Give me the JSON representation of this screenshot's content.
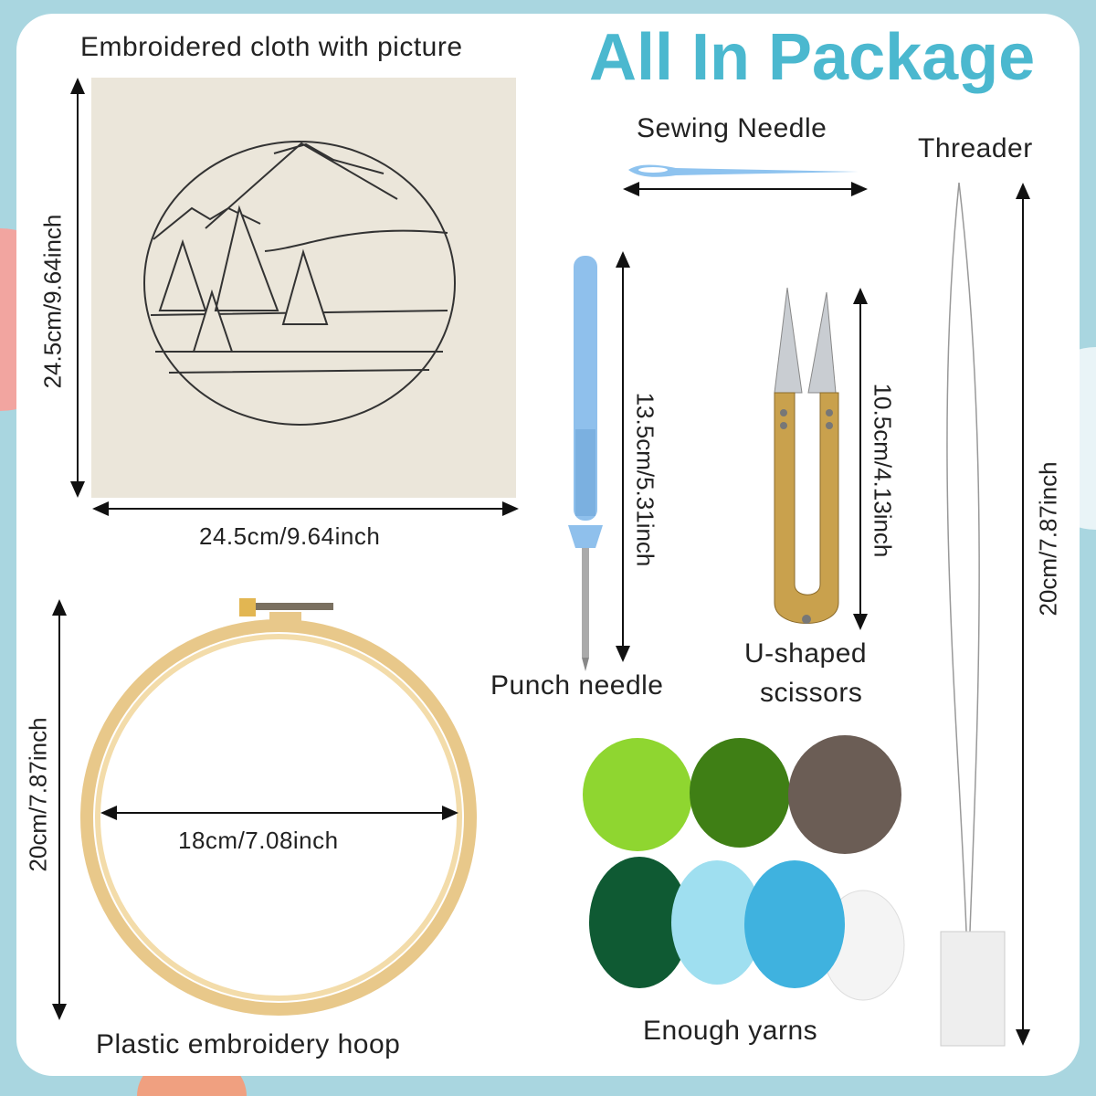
{
  "title": "All In Package",
  "items": {
    "cloth": {
      "label": "Embroidered cloth with picture",
      "height": "24.5cm/9.64inch",
      "width": "24.5cm/9.64inch"
    },
    "sewing_needle": {
      "label": "Sewing Needle"
    },
    "threader": {
      "label": "Threader",
      "length": "20cm/7.87inch"
    },
    "punch_needle": {
      "label": "Punch needle",
      "length": "13.5cm/5.31inch"
    },
    "scissors": {
      "label_line1": "U-shaped",
      "label_line2": "scissors",
      "length": "10.5cm/4.13inch"
    },
    "hoop": {
      "label": "Plastic embroidery hoop",
      "outer": "20cm/7.87inch",
      "inner": "18cm/7.08inch"
    },
    "yarns": {
      "label": "Enough yarns",
      "colors": [
        "#8fd630",
        "#3f7f15",
        "#6b5d55",
        "#0f5a33",
        "#9fdff0",
        "#3fb2df",
        "#f4f4f4"
      ]
    }
  },
  "colors": {
    "accent": "#4bb8cf",
    "background": "#a9d6e0"
  }
}
